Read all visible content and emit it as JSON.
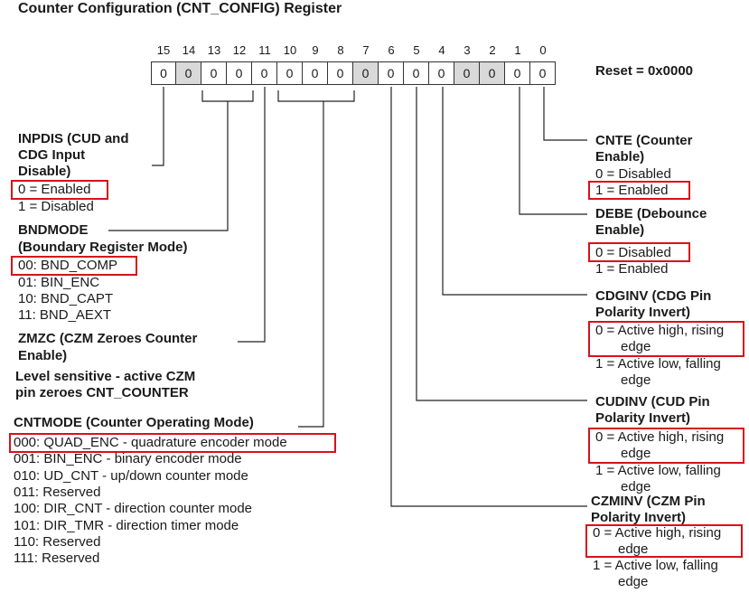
{
  "title": "Counter Configuration (CNT_CONFIG) Register",
  "reset": "Reset = 0x0000",
  "bit_numbers": [
    "15",
    "14",
    "13",
    "12",
    "11",
    "10",
    "9",
    "8",
    "7",
    "6",
    "5",
    "4",
    "3",
    "2",
    "1",
    "0"
  ],
  "bit_values": [
    "0",
    "0",
    "0",
    "0",
    "0",
    "0",
    "0",
    "0",
    "0",
    "0",
    "0",
    "0",
    "0",
    "0",
    "0",
    "0"
  ],
  "reserved_bits": [
    14,
    7,
    3,
    2
  ],
  "left": {
    "inpdis": {
      "name": "INPDIS (CUD and",
      "name2": "CDG Input",
      "name3": "Disable)",
      "opt0": "0 = Enabled",
      "opt1": "1 = Disabled"
    },
    "bndmode": {
      "name": "BNDMODE",
      "name2": "(Boundary Register Mode)",
      "opt0": "00: BND_COMP",
      "opt1": "01: BIN_ENC",
      "opt2": "10: BND_CAPT",
      "opt3": "11: BND_AEXT"
    },
    "zmzc": {
      "name": "ZMZC (CZM Zeroes Counter",
      "name2": "Enable)",
      "desc1": "Level sensitive - active CZM",
      "desc2": "pin zeroes CNT_COUNTER"
    },
    "cntmode": {
      "name": "CNTMODE (Counter Operating Mode)",
      "options": [
        "000: QUAD_ENC - quadrature encoder mode",
        "001: BIN_ENC - binary encoder mode",
        "010: UD_CNT - up/down counter mode",
        "011: Reserved",
        "100: DIR_CNT - direction counter mode",
        "101: DIR_TMR - direction timer mode",
        "110: Reserved",
        "111: Reserved"
      ]
    }
  },
  "right": {
    "cnte": {
      "name": "CNTE (Counter",
      "name2": "Enable)",
      "opt0": "0 = Disabled",
      "opt1": "1 = Enabled"
    },
    "debe": {
      "name": "DEBE (Debounce",
      "name2": "Enable)",
      "opt0": "0 = Disabled",
      "opt1": "1 = Enabled"
    },
    "cdginv": {
      "name": "CDGINV (CDG Pin",
      "name2": "Polarity Invert)",
      "opt0a": "0 = Active high, rising",
      "opt0b": "edge",
      "opt1a": "1 = Active low, falling",
      "opt1b": "edge"
    },
    "cudinv": {
      "name": "CUDINV (CUD Pin",
      "name2": "Polarity Invert)",
      "opt0a": "0 = Active high, rising",
      "opt0b": "edge",
      "opt1a": "1 = Active low, falling",
      "opt1b": "edge"
    },
    "czminv": {
      "name": "CZMINV (CZM Pin",
      "name2": "Polarity Invert)",
      "opt0a": "0 = Active high, rising",
      "opt0b": "edge",
      "opt1a": "1 = Active low, falling",
      "opt1b": "edge"
    }
  }
}
